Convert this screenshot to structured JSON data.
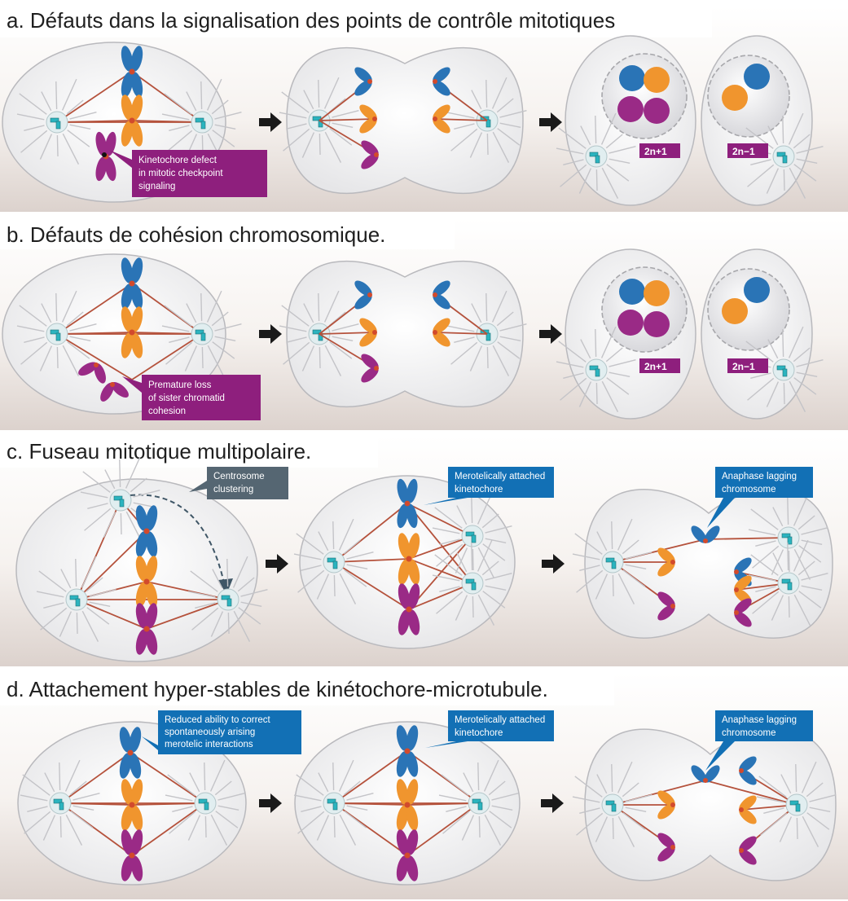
{
  "panels": [
    {
      "id": "a",
      "title": "a. Défauts dans la signalisation des points de contrôle mitotiques",
      "notes": [
        "Kinetochore defect",
        "in mitotic checkpoint",
        "signaling"
      ],
      "ploidy": [
        "2n+1",
        "2n−1"
      ]
    },
    {
      "id": "b",
      "title": "b. Défauts de cohésion chromosomique.",
      "notes": [
        "Premature loss",
        "of sister chromatid",
        "cohesion"
      ],
      "ploidy": [
        "2n+1",
        "2n−1"
      ]
    },
    {
      "id": "c",
      "title": "c. Fuseau mitotique multipolaire.",
      "notes": [
        [
          "Centrosome",
          "clustering"
        ],
        [
          "Merotelically attached",
          "kinetochore"
        ],
        [
          "Anaphase lagging",
          "chromosome"
        ]
      ]
    },
    {
      "id": "d",
      "title": "d. Attachement hyper-stables de kinétochore-microtubule.",
      "notes": [
        [
          "Reduced ability to correct",
          "spontaneously arising",
          "merotelic interactions"
        ],
        [
          "Merotelically attached",
          "kinetochore"
        ],
        [
          "Anaphase lagging",
          "chromosome"
        ]
      ]
    }
  ],
  "colors": {
    "blue": "#2a74b6",
    "orange": "#f0952e",
    "purple": "#9a2a86",
    "spindle": "#b5523c",
    "centrosome": "#2bb4bf",
    "note_purple": "#8e1f7d",
    "note_blue": "#1270b5",
    "note_gray": "#556672"
  },
  "icons": [
    "centrosome-icon",
    "chromosome-icon",
    "arrow-right-icon",
    "nucleus-icon"
  ]
}
